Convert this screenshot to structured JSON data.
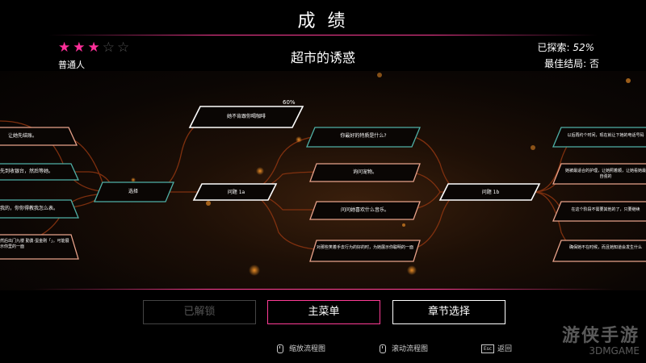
{
  "header": {
    "title": "成 绩",
    "chapter": "超市的诱惑",
    "rank": "普通人",
    "stars_total": 5,
    "stars_filled": 3,
    "explored_label": "已探索:",
    "explored_value": "52%",
    "best_ending": "最佳结局: 否"
  },
  "flow": {
    "percent_label": "60%",
    "nodes": {
      "a1": "让她先结账。",
      "a2": "先到收银台，然后等她。",
      "a3": "我的，你你得教我怎么表。",
      "a4": "然后出门九楼 勤勇·蛋金刚「」。可能展示你里的一面",
      "choose": "选择",
      "top": "她不肯跟你喝咖啡",
      "q1": "问题 1a",
      "b1": "你最好的特质是什么?",
      "b2": "询问宠物。",
      "b3": "问问她喜欢什么音乐。",
      "b4": "对那些笑着手去行为的好的时，为她展示你聪明的一面",
      "q2": "问题 1b",
      "c1": "以后再约个时间，现在就让下她的电话号码",
      "c2": "她被最适合的护理，让她照着顺，让她看她最自强的",
      "c3": "在这个阶段不需要其他的了，只要继续",
      "c4": "确保她不在时候，而且她知道会发生什么"
    }
  },
  "buttons": {
    "unlocked": "已解锁",
    "main_menu": "主菜单",
    "chapter_select": "章节选择"
  },
  "hints": {
    "zoom": "缩放流程图",
    "scroll": "滚动流程图",
    "back": "返回",
    "key": "Esc"
  },
  "watermark": {
    "main": "游侠手游",
    "sub": "3DMGAME"
  }
}
